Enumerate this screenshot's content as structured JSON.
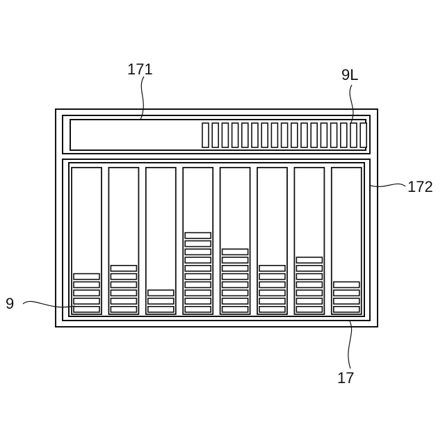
{
  "labels": {
    "display": "17",
    "top_panel": "171",
    "bottom_panel": "172",
    "level_segment": "9",
    "top_level_indicator": "9L"
  },
  "top_indicator": {
    "segments": 17,
    "lit": 17
  },
  "meters": {
    "max_segments": 17,
    "levels": [
      5,
      6,
      3,
      10,
      8,
      6,
      7,
      4
    ]
  },
  "colors": {
    "stroke": "#111111",
    "background": "#ffffff"
  }
}
